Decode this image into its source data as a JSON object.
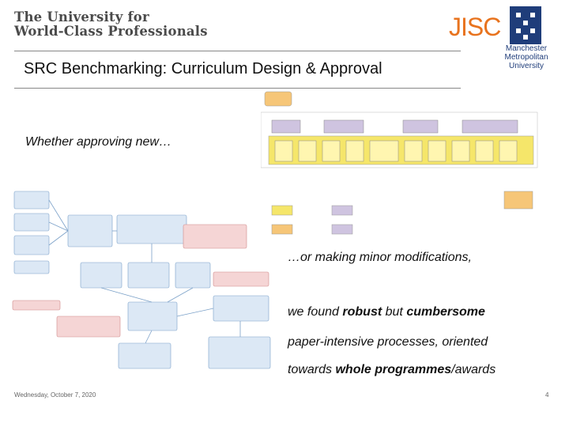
{
  "header": {
    "line1": "The University for",
    "line2": "World-Class Professionals",
    "jisc_logo": "JISC",
    "mmu_logo": [
      "Manchester",
      "Metropolitan",
      "University"
    ]
  },
  "slide": {
    "title": "SRC Benchmarking: Curriculum Design & Approval",
    "approving": "Whether approving new…",
    "minor": "…or making minor modifications,",
    "found_pre": "we found ",
    "robust": "robust",
    "found_mid": " but ",
    "cumbersome": "cumbersome",
    "paper": "paper-intensive processes, oriented",
    "towards_pre": "towards ",
    "whole": "whole programmes",
    "towards_post": "/awards"
  },
  "footer": {
    "date": "Wednesday, October 7, 2020",
    "page": "4"
  },
  "colors": {
    "yellow": "#f5e66a",
    "purple": "#cfc4e0",
    "orange": "#f6c678",
    "blue_box": "#dce8f5",
    "pink_box": "#f5d5d5",
    "jisc_orange": "#e8731e",
    "mmu_blue": "#1f3d7a"
  }
}
